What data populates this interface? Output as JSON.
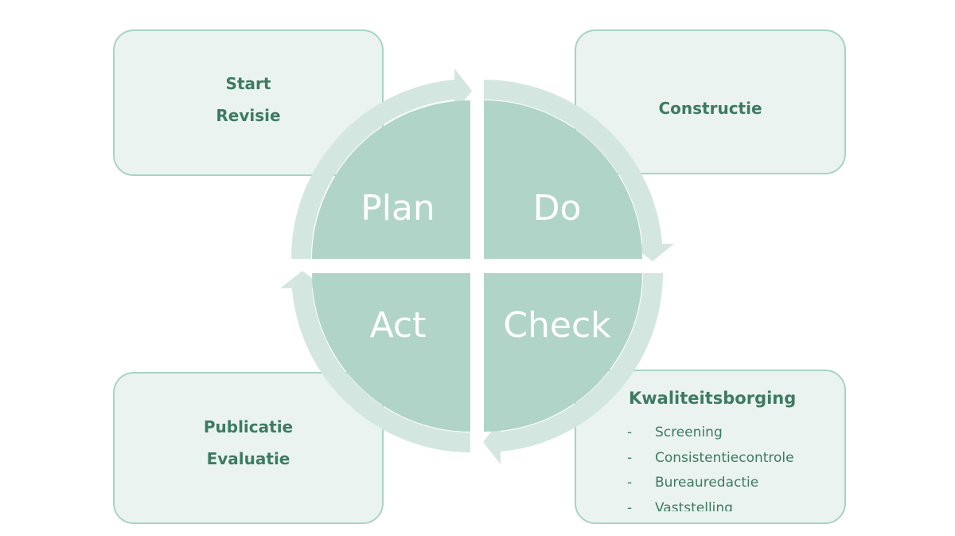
{
  "colors": {
    "quadrant": "#b0d5c8",
    "ring": "#d3e7e0",
    "box_fill": "#eaf3f0",
    "box_border": "#a9d3c3",
    "text": "#3e7a62"
  },
  "cycle": {
    "plan": "Plan",
    "do": "Do",
    "check": "Check",
    "act": "Act"
  },
  "boxes": {
    "plan": {
      "lines": [
        "Start",
        "Revisie"
      ]
    },
    "do": {
      "lines": [
        "Constructie"
      ]
    },
    "act": {
      "lines": [
        "Publicatie",
        "Evaluatie"
      ]
    },
    "check": {
      "title": "Kwaliteitsborging",
      "items": [
        {
          "bullet": "-",
          "label": "Screening"
        },
        {
          "bullet": "-",
          "label": "Consistentiecontrole"
        },
        {
          "bullet": "-",
          "label": "Bureauredactie"
        },
        {
          "bullet": "-",
          "label": "Vaststelling"
        }
      ]
    }
  }
}
